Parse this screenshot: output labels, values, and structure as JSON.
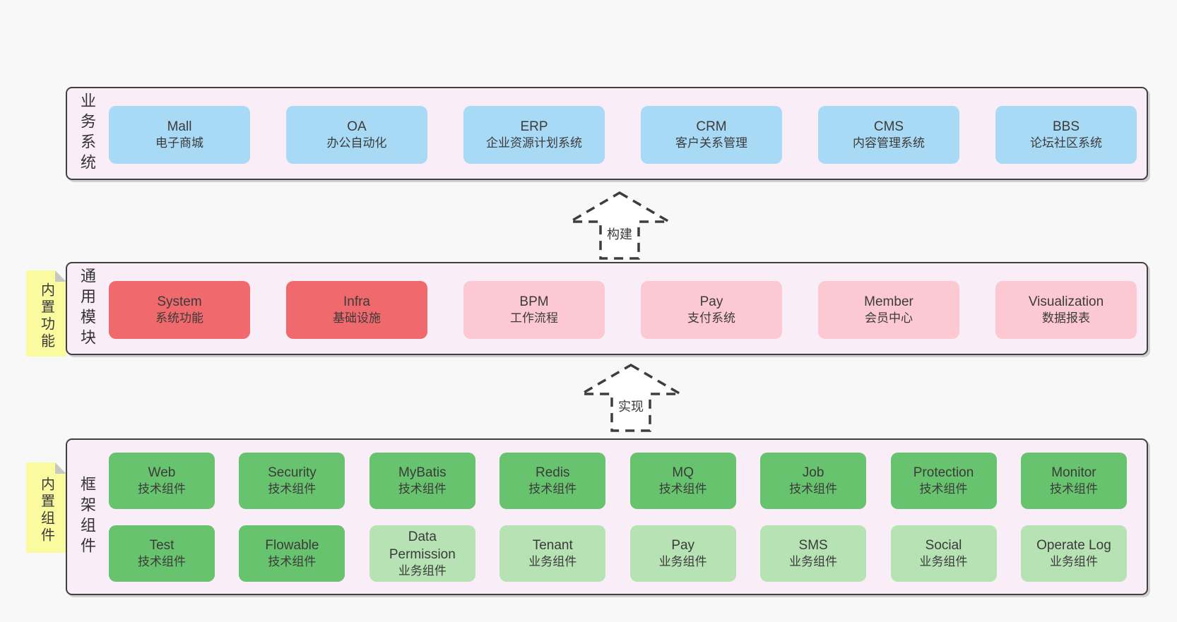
{
  "colors": {
    "page-bg": "#f8f8f8",
    "panel-bg": "#f9eef7",
    "panel-border": "#404040",
    "box-blue": "#a9daf5",
    "box-red": "#f0696c",
    "box-pink": "#fcc9d3",
    "box-green": "#68c36e",
    "box-green-light": "#b6e2b4",
    "sticky-yellow": "#fafa9e",
    "fold-gray": "#c7c7c7",
    "text": "#3b3b3b",
    "arrow-stroke": "#3d3d3d",
    "arrow-fill": "#ffffff"
  },
  "panels": {
    "business": {
      "label": "业务系统",
      "boxes": [
        {
          "en": "Mall",
          "zh": "电子商城"
        },
        {
          "en": "OA",
          "zh": "办公自动化"
        },
        {
          "en": "ERP",
          "zh": "企业资源计划系统"
        },
        {
          "en": "CRM",
          "zh": "客户关系管理"
        },
        {
          "en": "CMS",
          "zh": "内容管理系统"
        },
        {
          "en": "BBS",
          "zh": "论坛社区系统"
        }
      ]
    },
    "modules": {
      "label": "通用模块",
      "sticky": "内置功能",
      "boxes": [
        {
          "en": "System",
          "zh": "系统功能",
          "variant": "red"
        },
        {
          "en": "Infra",
          "zh": "基础设施",
          "variant": "red"
        },
        {
          "en": "BPM",
          "zh": "工作流程",
          "variant": "pink"
        },
        {
          "en": "Pay",
          "zh": "支付系统",
          "variant": "pink"
        },
        {
          "en": "Member",
          "zh": "会员中心",
          "variant": "pink"
        },
        {
          "en": "Visualization",
          "zh": "数据报表",
          "variant": "pink"
        }
      ]
    },
    "framework": {
      "label": "框架组件",
      "sticky": "内置组件",
      "row1": [
        {
          "en": "Web",
          "zh": "技术组件",
          "variant": "green"
        },
        {
          "en": "Security",
          "zh": "技术组件",
          "variant": "green"
        },
        {
          "en": "MyBatis",
          "zh": "技术组件",
          "variant": "green"
        },
        {
          "en": "Redis",
          "zh": "技术组件",
          "variant": "green"
        },
        {
          "en": "MQ",
          "zh": "技术组件",
          "variant": "green"
        },
        {
          "en": "Job",
          "zh": "技术组件",
          "variant": "green"
        },
        {
          "en": "Protection",
          "zh": "技术组件",
          "variant": "green"
        },
        {
          "en": "Monitor",
          "zh": "技术组件",
          "variant": "green"
        }
      ],
      "row2": [
        {
          "en": "Test",
          "zh": "技术组件",
          "variant": "green"
        },
        {
          "en": "Flowable",
          "zh": "技术组件",
          "variant": "green"
        },
        {
          "en": "Data Permission",
          "zh": "业务组件",
          "variant": "green-light"
        },
        {
          "en": "Tenant",
          "zh": "业务组件",
          "variant": "green-light"
        },
        {
          "en": "Pay",
          "zh": "业务组件",
          "variant": "green-light"
        },
        {
          "en": "SMS",
          "zh": "业务组件",
          "variant": "green-light"
        },
        {
          "en": "Social",
          "zh": "业务组件",
          "variant": "green-light"
        },
        {
          "en": "Operate Log",
          "zh": "业务组件",
          "variant": "green-light"
        }
      ]
    }
  },
  "arrows": {
    "build": "构建",
    "implement": "实现"
  }
}
